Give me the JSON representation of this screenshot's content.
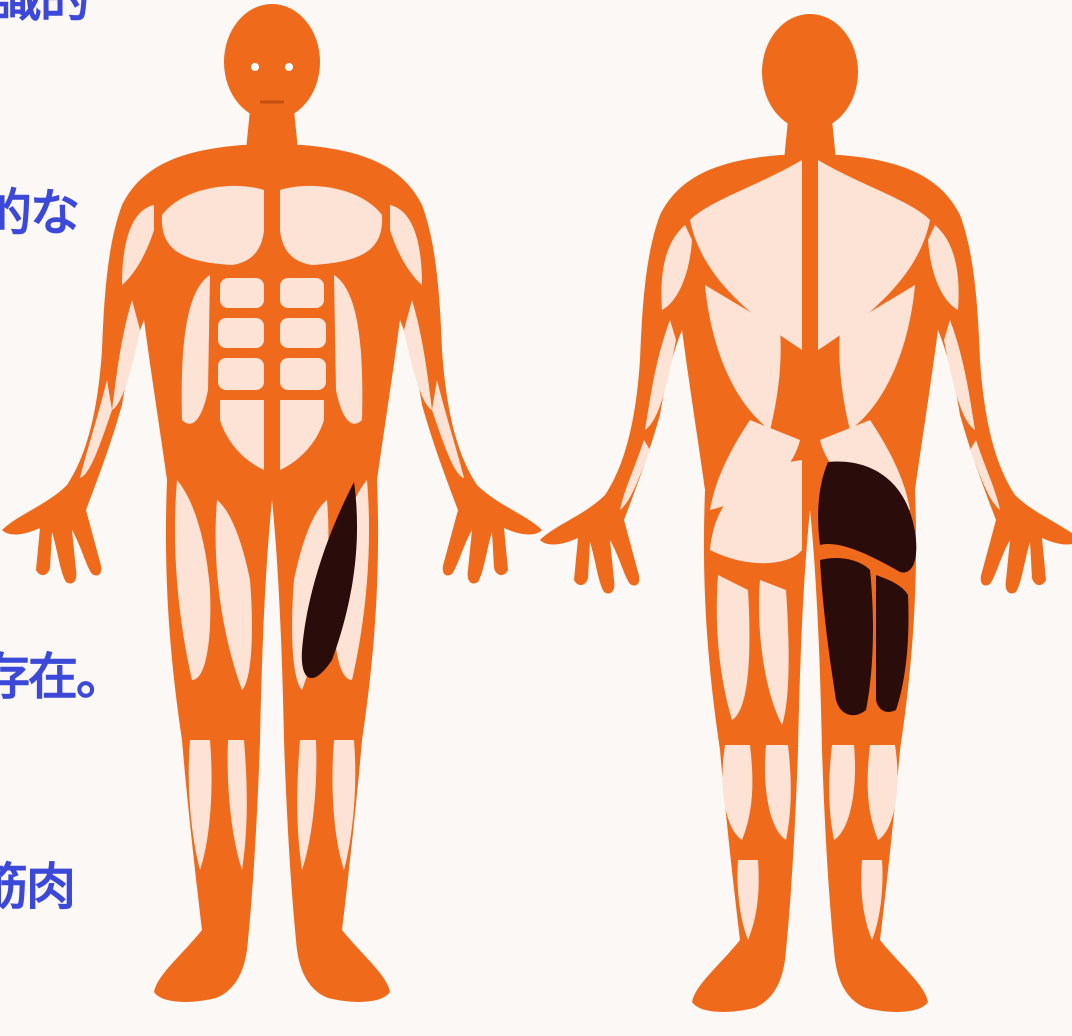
{
  "text_fragments": [
    "識的",
    "的な",
    "存在。",
    "筋肉"
  ],
  "colors": {
    "muscle_outline": "#f06a1c",
    "muscle_fill": "#fde2d6",
    "highlight_muscle": "#2a0d0a",
    "text": "#3b48d8",
    "background": "#fbf8f5"
  },
  "figures": [
    {
      "view": "front",
      "highlighted_muscles": [
        "inner-thigh-left-leg"
      ]
    },
    {
      "view": "back",
      "highlighted_muscles": [
        "gluteus-right",
        "hamstring-right"
      ]
    }
  ]
}
